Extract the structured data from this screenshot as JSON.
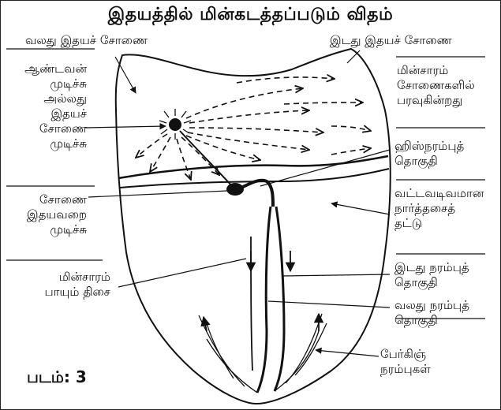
{
  "title": "இதயத்தில் மின்கடத்தப்படும் விதம்",
  "figure_label": "படம்: 3",
  "labels": {
    "right_atrium": "வலது இதயச் சோணை",
    "left_atrium": "இடது இதயச் சோணை",
    "sa_node": [
      "ஆண்டவன்",
      "முடிச்சு",
      "அல்லது",
      "இதயச்",
      "சோணை",
      "முடிச்சு"
    ],
    "current_spread": [
      "மின்சாரம்",
      "சோணைகளில்",
      "பரவுகின்றது"
    ],
    "av_node": [
      "சோணை",
      "இதயவறை",
      "முடிச்சு"
    ],
    "his_bundle": [
      "ஹிஸ்நரம்புத்",
      "தொகுதி"
    ],
    "fibrous_ring": [
      "வட்டவடிவமான",
      "நார்த்தசைத்",
      "தட்டு"
    ],
    "current_direction": [
      "மின்சாரம்",
      "பாயும் திசை"
    ],
    "left_bundle": [
      "இடது நரம்புத்",
      "தொகுதி"
    ],
    "right_bundle": [
      "வலது நரம்புத்",
      "தொகுதி"
    ],
    "purkinje": [
      "பேர்கிஞ்",
      "நரம்புகள்"
    ]
  }
}
